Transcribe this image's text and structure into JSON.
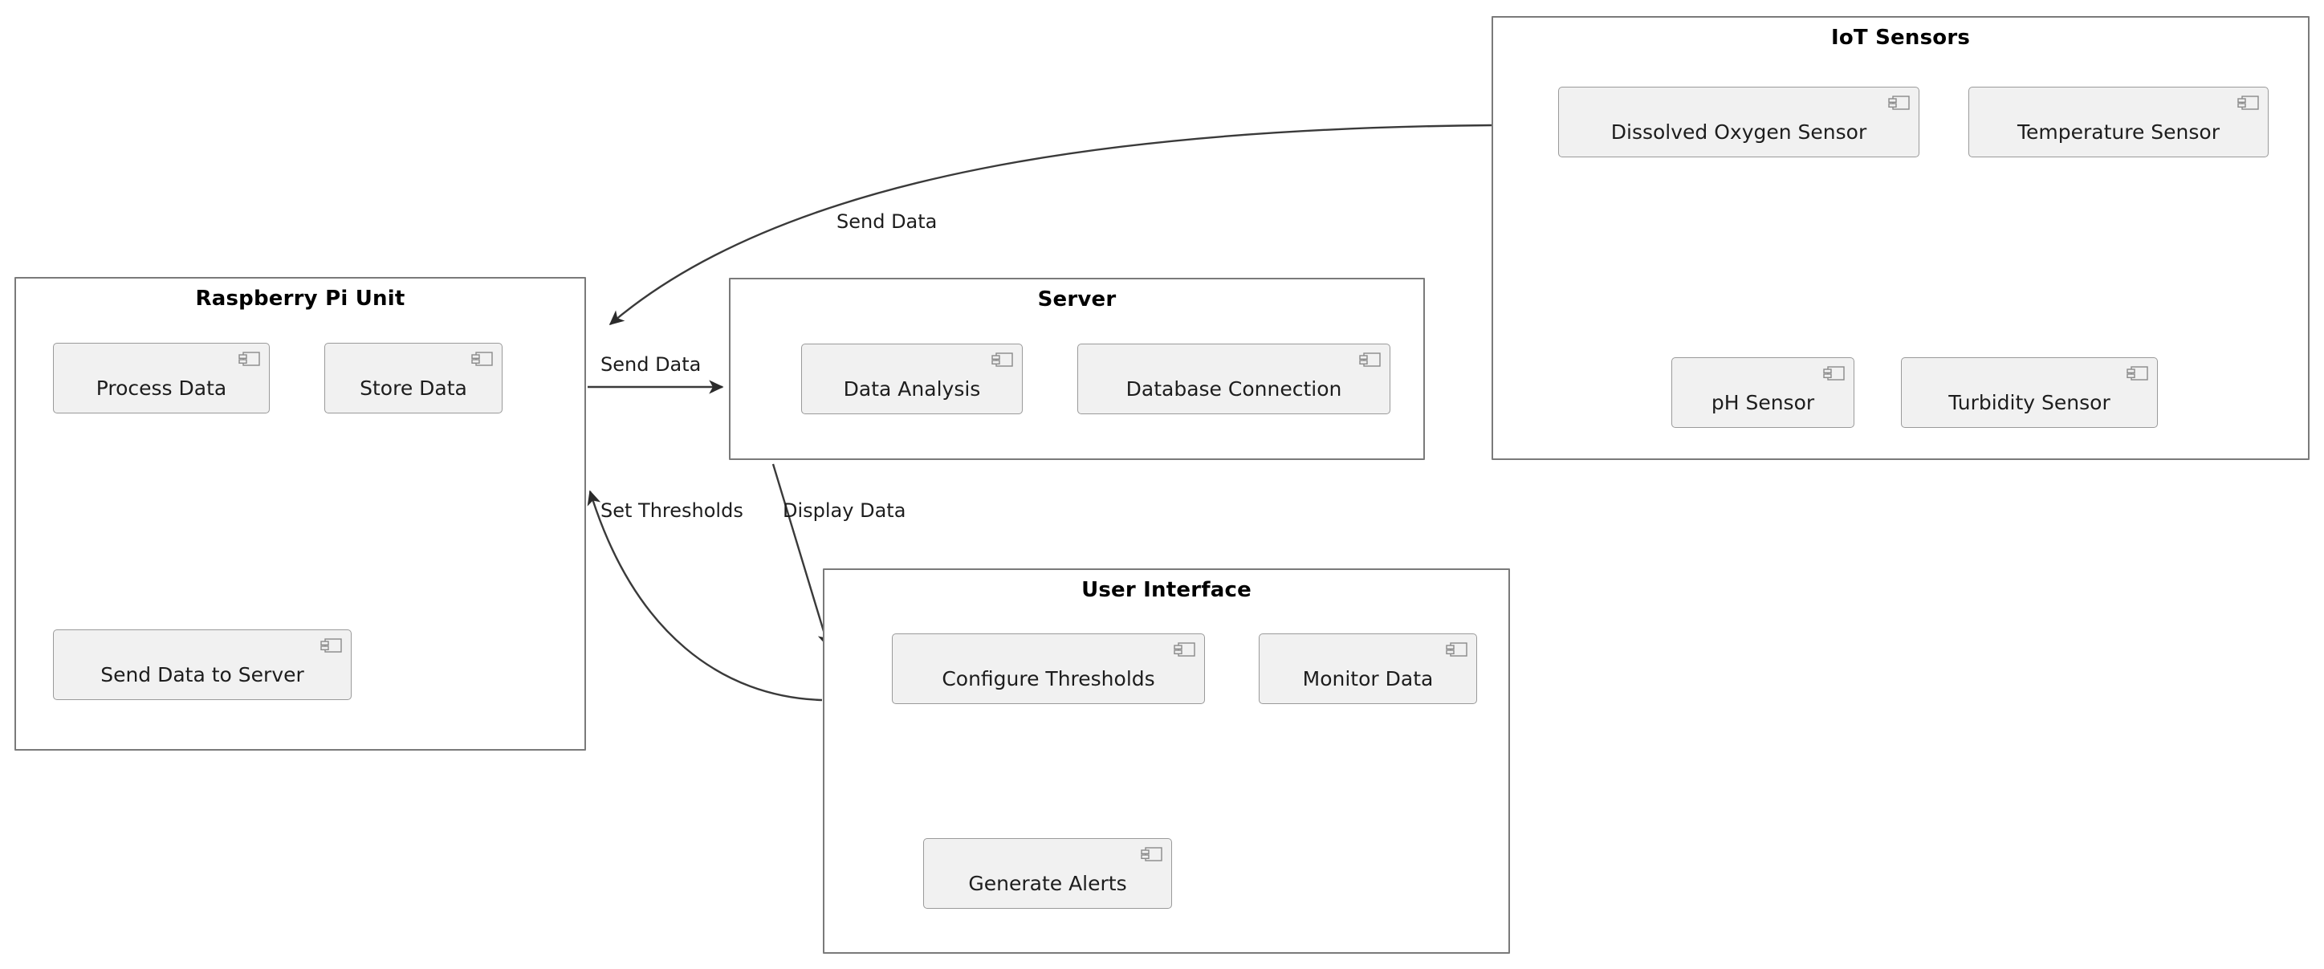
{
  "diagram": {
    "type": "uml-component-diagram",
    "background": "#ffffff",
    "package_border_color": "#7a7a7a",
    "component_fill_color": "#f1f1f1",
    "component_border_color": "#9a9a9a",
    "edge_color": "#3a3a3a",
    "text_color": "#1d1d1d"
  },
  "packages": [
    {
      "id": "raspberry-pi-unit",
      "title": "Raspberry Pi Unit",
      "components": [
        {
          "id": "process-data",
          "label": "Process Data",
          "icon": "component-icon"
        },
        {
          "id": "store-data",
          "label": "Store Data",
          "icon": "component-icon"
        },
        {
          "id": "send-data-to-server",
          "label": "Send Data to Server",
          "icon": "component-icon"
        }
      ]
    },
    {
      "id": "server",
      "title": "Server",
      "components": [
        {
          "id": "data-analysis",
          "label": "Data Analysis",
          "icon": "component-icon"
        },
        {
          "id": "database-connection",
          "label": "Database Connection",
          "icon": "component-icon"
        }
      ]
    },
    {
      "id": "user-interface",
      "title": "User Interface",
      "components": [
        {
          "id": "configure-thresholds",
          "label": "Configure Thresholds",
          "icon": "component-icon"
        },
        {
          "id": "monitor-data",
          "label": "Monitor Data",
          "icon": "component-icon"
        },
        {
          "id": "generate-alerts",
          "label": "Generate Alerts",
          "icon": "component-icon"
        }
      ]
    },
    {
      "id": "iot-sensors",
      "title": "IoT Sensors",
      "components": [
        {
          "id": "dissolved-oxygen-sensor",
          "label": "Dissolved Oxygen Sensor",
          "icon": "component-icon"
        },
        {
          "id": "temperature-sensor",
          "label": "Temperature Sensor",
          "icon": "component-icon"
        },
        {
          "id": "ph-sensor",
          "label": "pH Sensor",
          "icon": "component-icon"
        },
        {
          "id": "turbidity-sensor",
          "label": "Turbidity Sensor",
          "icon": "component-icon"
        }
      ]
    }
  ],
  "edges": [
    {
      "id": "iot-to-pi",
      "label": "Send Data",
      "from": "iot-sensors",
      "to": "raspberry-pi-unit",
      "style": "curved",
      "arrowhead": "to"
    },
    {
      "id": "pi-to-server",
      "label": "Send Data",
      "from": "raspberry-pi-unit",
      "to": "server",
      "style": "straight",
      "arrowhead": "to"
    },
    {
      "id": "server-to-ui",
      "label": "Display Data",
      "from": "server",
      "to": "user-interface",
      "style": "straight",
      "arrowhead": "to"
    },
    {
      "id": "ui-to-pi",
      "label": "Set Thresholds",
      "from": "user-interface",
      "to": "raspberry-pi-unit",
      "style": "curved",
      "arrowhead": "to"
    }
  ]
}
